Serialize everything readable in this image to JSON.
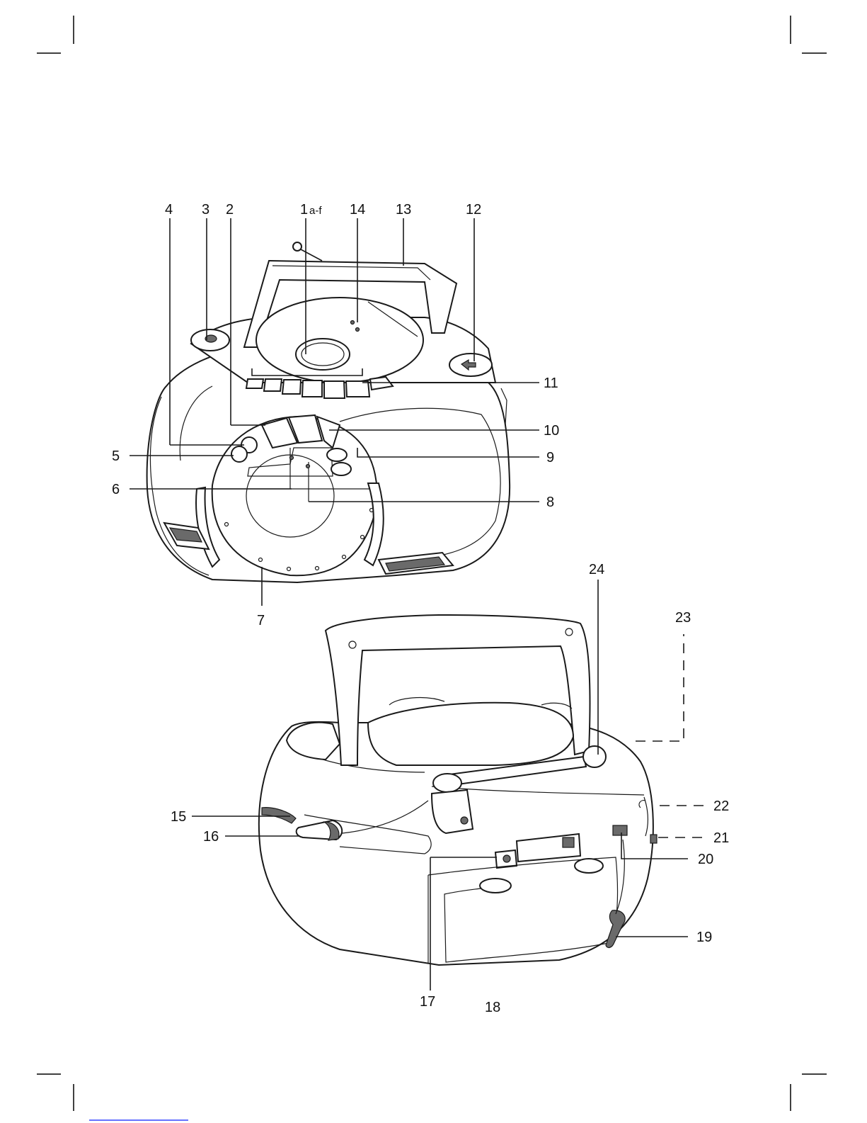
{
  "figure": {
    "front_view": {
      "labels": {
        "l1": "1",
        "l1_suffix": "a-f",
        "l2": "2",
        "l3": "3",
        "l4": "4",
        "l5": "5",
        "l6": "6",
        "l7": "7",
        "l8": "8",
        "l9": "9",
        "l10": "10",
        "l11": "11",
        "l12": "12",
        "l13": "13",
        "l14": "14"
      }
    },
    "rear_view": {
      "labels": {
        "l15": "15",
        "l16": "16",
        "l17": "17",
        "l18": "18",
        "l19": "19",
        "l20": "20",
        "l21": "21",
        "l22": "22",
        "l23": "23",
        "l24": "24"
      }
    }
  },
  "colors": {
    "line": "#1a1a1a",
    "shade": "#6a6a6a",
    "footer_link": "#3344ff"
  }
}
